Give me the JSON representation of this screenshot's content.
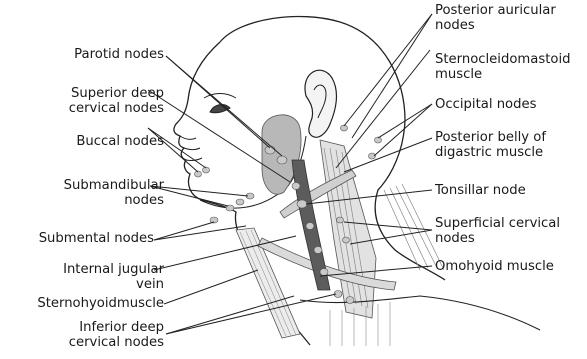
{
  "colors": {
    "line": "#222222",
    "node_fill": "#c9c9c9",
    "node_dark": "#7a7a7a",
    "vein": "#5c5c5c",
    "gland": "#b8b8b8",
    "muscle": "#888888"
  },
  "labels_left": [
    {
      "id": "parotid",
      "lines": [
        "Parotid nodes"
      ]
    },
    {
      "id": "superior-deep",
      "lines": [
        "Superior deep",
        "cervical nodes"
      ]
    },
    {
      "id": "buccal",
      "lines": [
        "Buccal nodes"
      ]
    },
    {
      "id": "submandibular",
      "lines": [
        "Submandibular",
        "nodes"
      ]
    },
    {
      "id": "submental",
      "lines": [
        "Submental nodes"
      ]
    },
    {
      "id": "internal-jugular",
      "lines": [
        "Internal jugular",
        "vein"
      ]
    },
    {
      "id": "sternohyoid",
      "lines": [
        "Sternohyoidmuscle"
      ]
    },
    {
      "id": "inferior-deep",
      "lines": [
        "Inferior deep",
        "cervical nodes"
      ]
    }
  ],
  "labels_right": [
    {
      "id": "posterior-auricular",
      "lines": [
        "Posterior auricular",
        "nodes"
      ]
    },
    {
      "id": "sternocleidomastoid",
      "lines": [
        "Sternocleidomastoid",
        "muscle"
      ]
    },
    {
      "id": "occipital",
      "lines": [
        "Occipital nodes"
      ]
    },
    {
      "id": "posterior-belly",
      "lines": [
        "Posterior belly of",
        "digastric muscle"
      ]
    },
    {
      "id": "tonsillar",
      "lines": [
        "Tonsillar node"
      ]
    },
    {
      "id": "superficial-cervical",
      "lines": [
        "Superficial cervical",
        "nodes"
      ]
    },
    {
      "id": "omohyoid",
      "lines": [
        "Omohyoid muscle"
      ]
    }
  ]
}
